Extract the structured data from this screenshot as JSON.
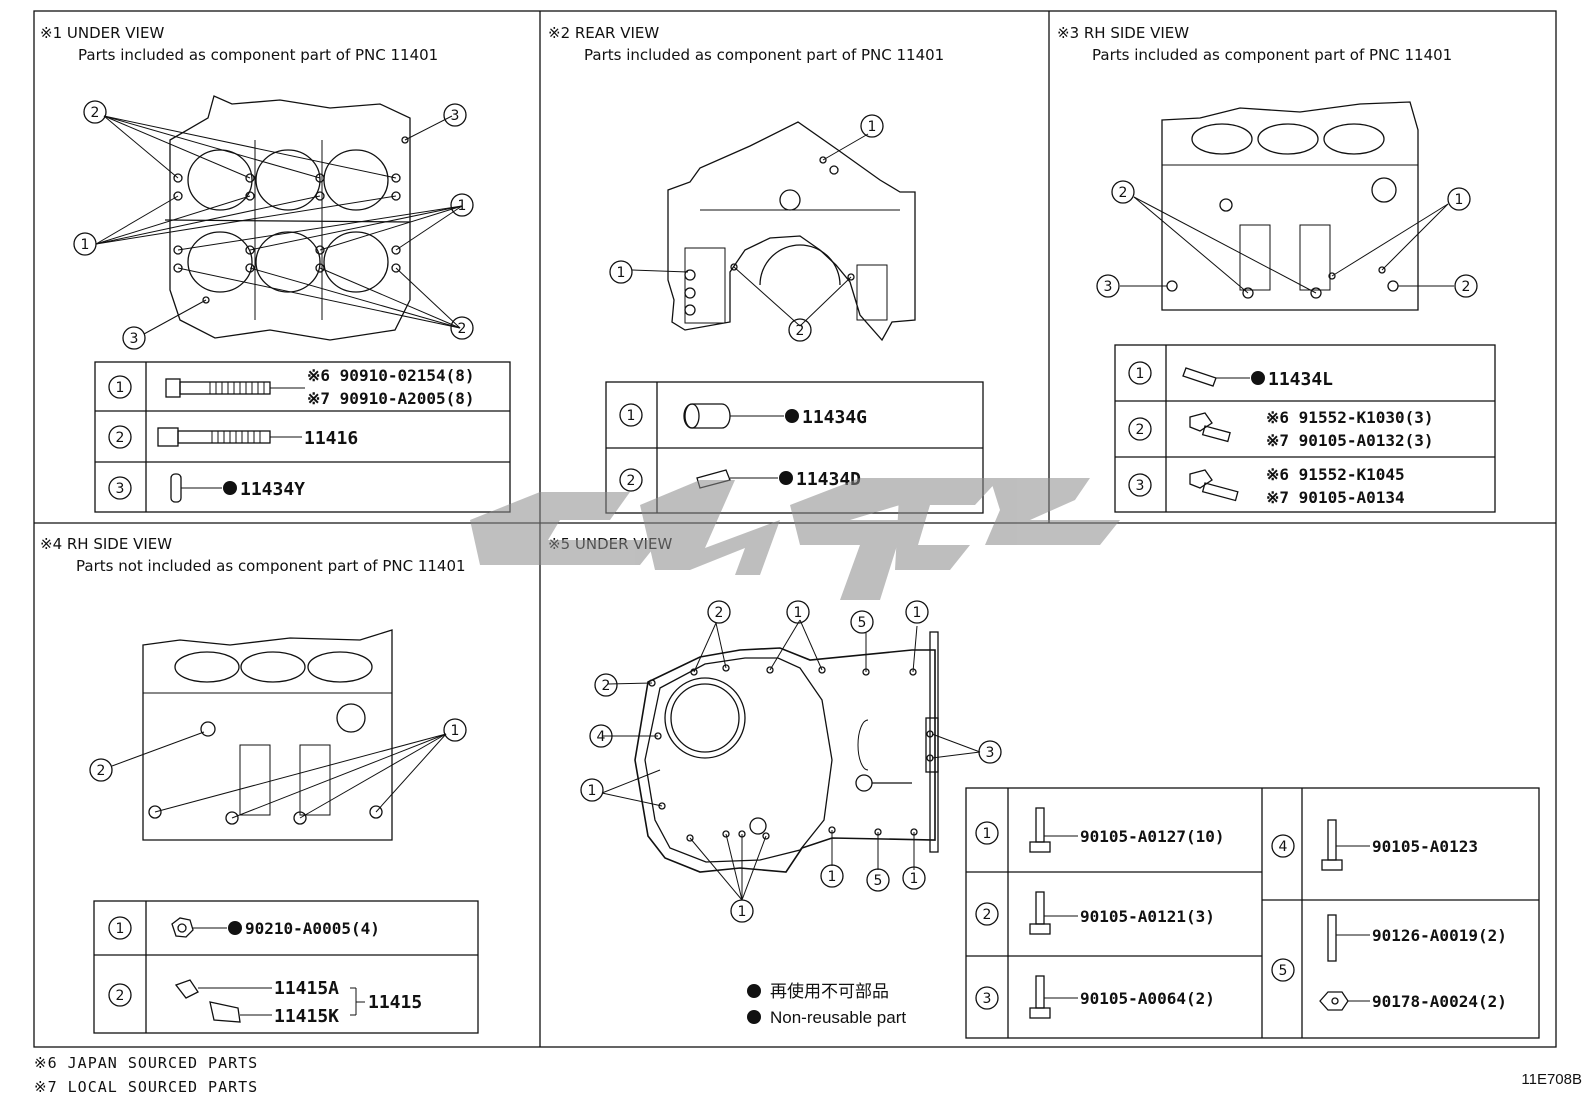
{
  "panels": [
    {
      "id": "p1",
      "title": "※1 UNDER VIEW",
      "subtitle": "Parts included as component part of PNC 11401",
      "rows": [
        {
          "ref": "1",
          "lines": [
            "※6 90910-02154(8)",
            "※7 90910-A2005(8)"
          ],
          "nonreusable": false
        },
        {
          "ref": "2",
          "lines": [
            "11416"
          ],
          "nonreusable": false
        },
        {
          "ref": "3",
          "lines": [
            "11434Y"
          ],
          "nonreusable": true
        }
      ]
    },
    {
      "id": "p2",
      "title": "※2 REAR VIEW",
      "subtitle": "Parts included as component part of PNC 11401",
      "rows": [
        {
          "ref": "1",
          "lines": [
            "11434G"
          ],
          "nonreusable": true
        },
        {
          "ref": "2",
          "lines": [
            "11434D"
          ],
          "nonreusable": true
        }
      ]
    },
    {
      "id": "p3",
      "title": "※3 RH SIDE VIEW",
      "subtitle": "Parts included as component part of PNC 11401",
      "rows": [
        {
          "ref": "1",
          "lines": [
            "11434L"
          ],
          "nonreusable": true
        },
        {
          "ref": "2",
          "lines": [
            "※6 91552-K1030(3)",
            "※7 90105-A0132(3)"
          ],
          "nonreusable": false
        },
        {
          "ref": "3",
          "lines": [
            "※6 91552-K1045",
            "※7 90105-A0134"
          ],
          "nonreusable": false
        }
      ]
    },
    {
      "id": "p4",
      "title": "※4 RH SIDE VIEW",
      "subtitle": "Parts not included as component part of PNC 11401",
      "rows": [
        {
          "ref": "1",
          "lines": [
            "90210-A0005(4)"
          ],
          "nonreusable": true
        },
        {
          "ref": "2",
          "lines": [
            "11415A",
            "11415K",
            "11415"
          ],
          "nonreusable": false
        }
      ]
    },
    {
      "id": "p5",
      "title": "※5 UNDER VIEW",
      "rows": [
        {
          "ref": "1",
          "lines": [
            "90105-A0127(10)"
          ]
        },
        {
          "ref": "2",
          "lines": [
            "90105-A0121(3)"
          ]
        },
        {
          "ref": "3",
          "lines": [
            "90105-A0064(2)"
          ]
        },
        {
          "ref": "4",
          "lines": [
            "90105-A0123"
          ]
        },
        {
          "ref": "5",
          "lines": [
            "90126-A0019(2)",
            "90178-A0024(2)"
          ]
        }
      ]
    }
  ],
  "legend": {
    "line_jp": "再使用不可部品",
    "line_en": "Non-reusable part"
  },
  "footnotes": [
    "※6 JAPAN SOURCED PARTS",
    "※7 LOCAL SOURCED PARTS"
  ],
  "drawing_code": "11E708B",
  "callouts": [
    "1",
    "2",
    "3",
    "4",
    "5"
  ]
}
